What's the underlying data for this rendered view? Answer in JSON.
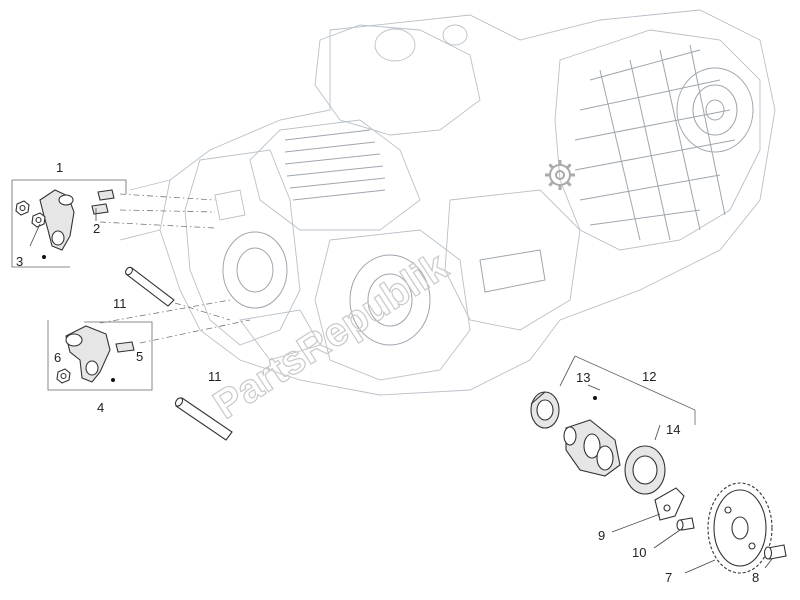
{
  "watermark": {
    "text": "PartsRepublik",
    "icon": "gear-icon"
  },
  "callouts": {
    "c1": "1",
    "c2": "2",
    "c3": "3",
    "c4": "4",
    "c5": "5",
    "c6": "6",
    "c7": "7",
    "c8": "8",
    "c9": "9",
    "c10": "10",
    "c11a": "11",
    "c11b": "11",
    "c12": "12",
    "c13": "13",
    "c14": "14"
  }
}
